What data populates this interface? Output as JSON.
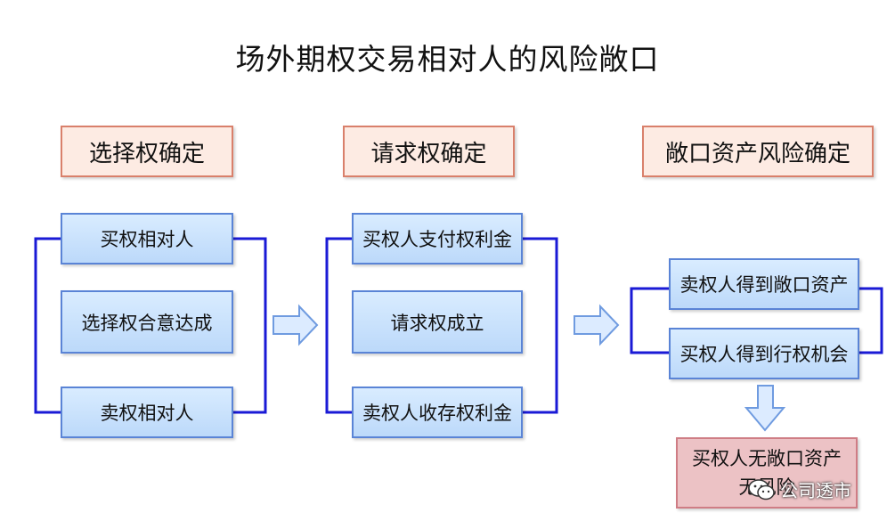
{
  "title": "场外期权交易相对人的风险敞口",
  "columns": [
    {
      "header": "选择权确定",
      "items": [
        "买权相对人",
        "选择权合意达成",
        "卖权相对人"
      ]
    },
    {
      "header": "请求权确定",
      "items": [
        "买权人支付权利金",
        "请求权成立",
        "卖权人收存权利金"
      ]
    },
    {
      "header": "敞口资产风险确定",
      "items": [
        "卖权人得到敞口资产",
        "买权人得到行权机会"
      ],
      "result_line1": "买权人无敞口资产",
      "result_line2": "无风险"
    }
  ],
  "watermark": "公司透市",
  "colors": {
    "bracket": "#1a1ad6",
    "arrow_fill": "#dcebff",
    "arrow_stroke": "#6f9be0"
  }
}
